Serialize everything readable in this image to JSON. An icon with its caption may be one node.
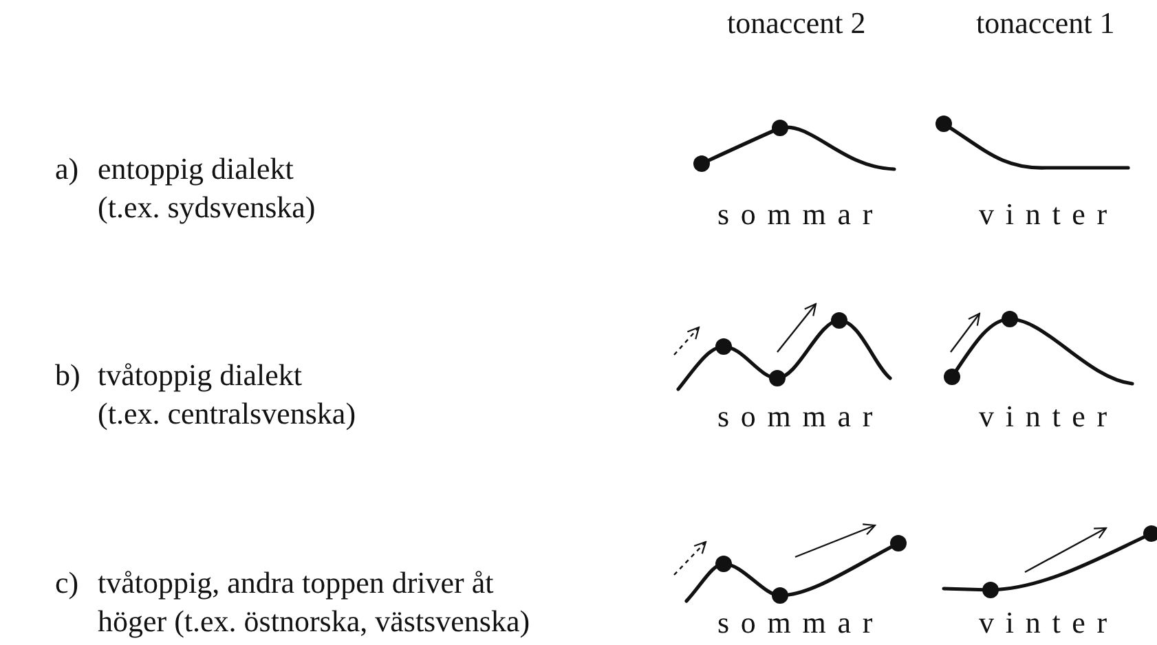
{
  "diagram": {
    "labels": [
      "tonaccent 2",
      "tonaccent 1",
      "a)",
      "entoppig dialekt",
      "(t.ex. sydsvenska)",
      "sommar",
      "vinter",
      "b)",
      "tvåtoppig dialekt",
      "(t.ex. centralsvenska)",
      "sommar",
      "vinter",
      "c)",
      "tvåtoppig, andra toppen driver åt",
      "höger (t.ex. östnorska, västsvenska)",
      "sommar",
      "vinter"
    ]
  }
}
